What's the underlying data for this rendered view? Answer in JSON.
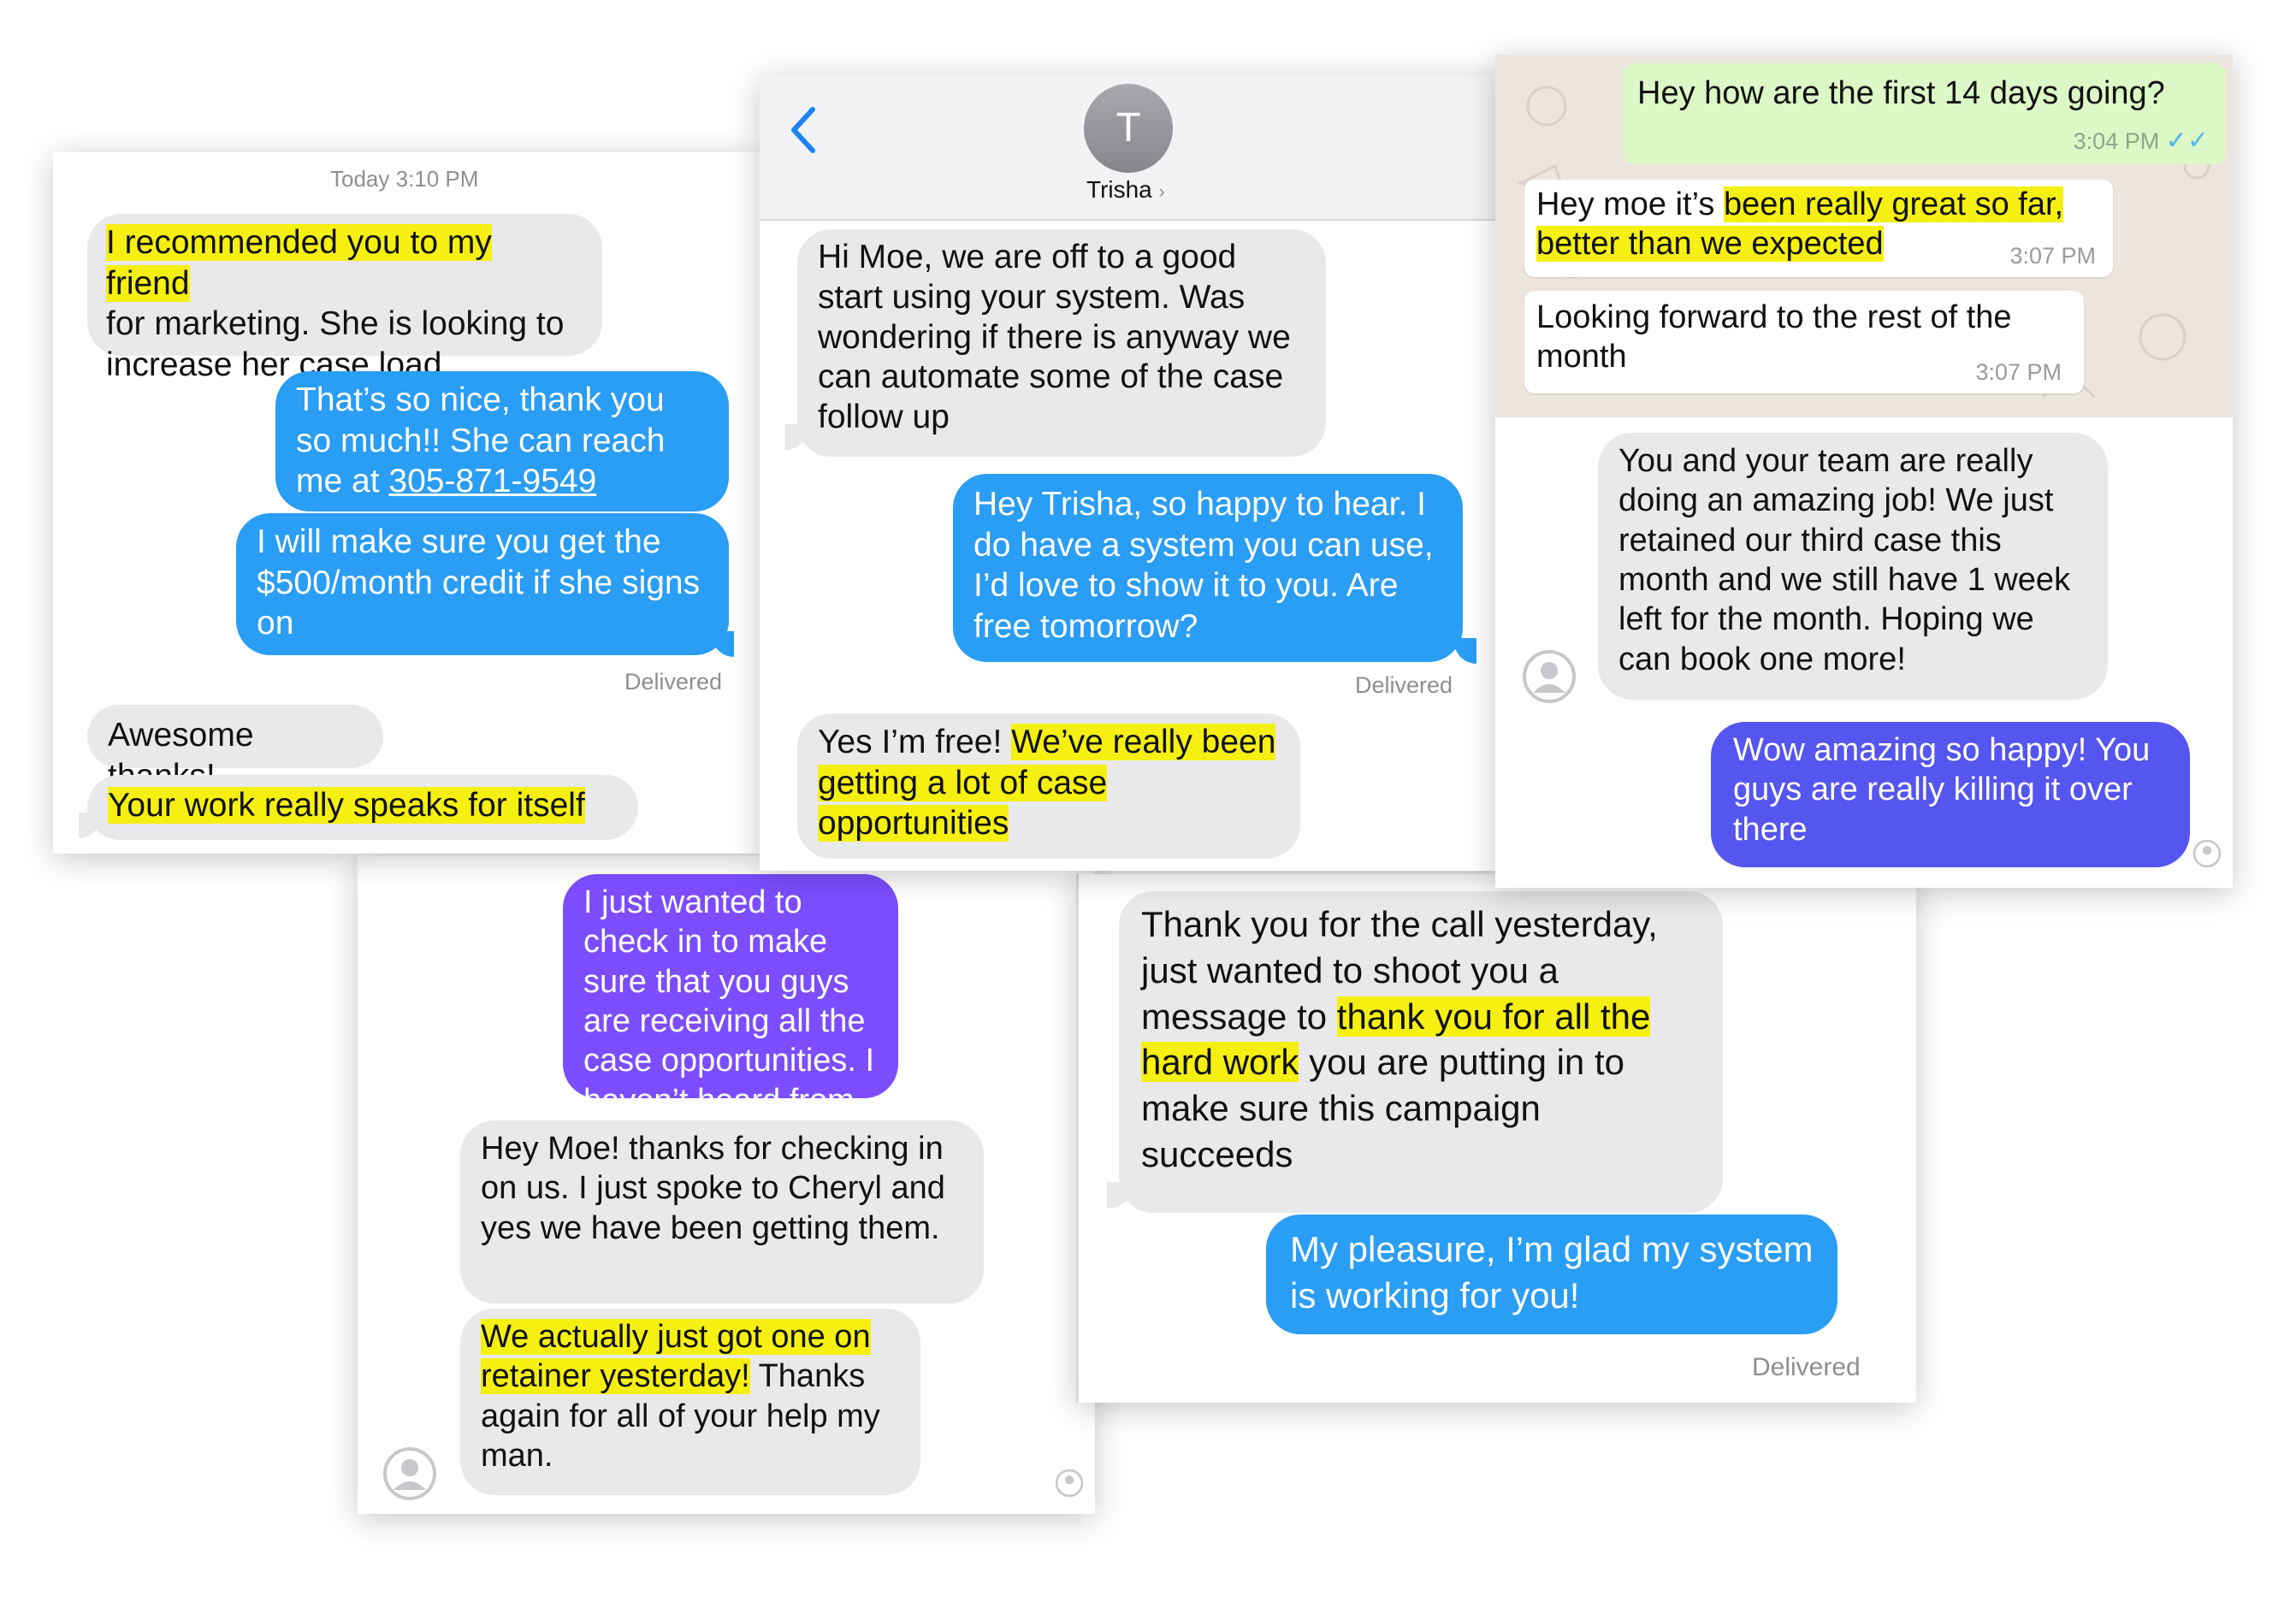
{
  "card1": {
    "timestamp": "Today 3:10 PM",
    "msg1": {
      "hl": "I recommended you to my friend",
      "rest": "for marketing. She is looking to increase her case load"
    },
    "msg2": {
      "text": "That’s so nice, thank you so much!! She can reach me at",
      "phone": "305-871-9549"
    },
    "msg3": "I will make sure you get the $500/month credit if she signs on",
    "delivered": "Delivered",
    "msg4": "Awesome thanks!",
    "msg5": "Your work really speaks for itself"
  },
  "card2": {
    "avatar_initial": "T",
    "contact_name": "Trisha",
    "msg1": "Hi Moe, we are off to a good start using your system. Was wondering if there is anyway we can automate some of the case follow up",
    "msg2": "Hey Trisha, so happy to hear. I do have a system you can use, I’d love to show it to you. Are free tomorrow?",
    "delivered": "Delivered",
    "msg3": {
      "pre": "Yes I’m free! ",
      "hl": "We’ve really been getting a lot of case opportunities"
    }
  },
  "card3": {
    "out_msg": "Hey how are the first 14 days going?",
    "out_time": "3:04 PM",
    "in1": {
      "pre": "Hey moe it’s ",
      "hl": "been really great so far, better than we expected",
      "time": "3:07 PM"
    },
    "in2": {
      "text": "Looking forward to the rest of the month",
      "time": "3:07 PM"
    },
    "msg3": "You and your team are really doing an amazing job! We just retained our third case this month and we still have 1 week left for the month. Hoping we can book one more!",
    "msg4": "Wow amazing so happy! You guys are really killing it over there"
  },
  "card4": {
    "msg1": "I just wanted to check in to make sure that you guys are receiving all the case opportunities. I haven’t heard from you since last week",
    "msg2": "Hey Moe! thanks for checking in on us. I just spoke to Cheryl and yes we have been getting them.",
    "msg3": {
      "hl": "We actually just got one on retainer yesterday!",
      "rest": " Thanks again for all of your help my man."
    }
  },
  "card5": {
    "msg1": {
      "pre": "Thank you for the call yesterday, just wanted to shoot you a message to ",
      "hl": "thank you for all the hard work",
      "post": " you are putting in to make sure this campaign succeeds"
    },
    "msg2": "My pleasure, I’m glad my system is working for you!",
    "delivered": "Delivered"
  },
  "colors": {
    "imessage_blue": "#2a9df4",
    "bubble_gray": "#e9e9eb",
    "highlight": "#f5f011",
    "purple": "#7c4dff",
    "whatsapp_green": "#dcf8c6"
  }
}
